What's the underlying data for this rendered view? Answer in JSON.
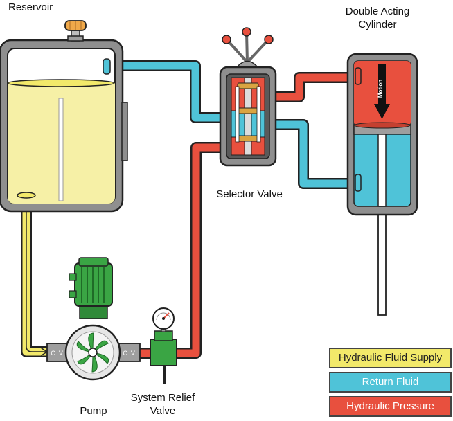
{
  "labels": {
    "reservoir": "Reservoir",
    "cylinder_line1": "Double Acting",
    "cylinder_line2": "Cylinder",
    "selector_valve": "Selector Valve",
    "pump": "Pump",
    "relief_line1": "System Relief",
    "relief_line2": "Valve",
    "check_valve_left": "C. V.",
    "check_valve_right": "C. V.",
    "motion": "Motion"
  },
  "legend": [
    {
      "label": "Hydraulic Fluid Supply",
      "color": "#f2e96a",
      "text_color": "#222222"
    },
    {
      "label": "Return Fluid",
      "color": "#4fc3d8",
      "text_color": "#ffffff"
    },
    {
      "label": "Hydraulic Pressure",
      "color": "#e8503e",
      "text_color": "#ffffff"
    }
  ],
  "colors": {
    "supply": "#f2e96a",
    "return": "#4fc3d8",
    "pressure": "#e8503e",
    "metal": "#8f8f8f",
    "motor": "#3aa544",
    "outline": "#222222"
  },
  "icons": [
    "pressure-gauge-icon",
    "pump-impeller-icon",
    "motor-icon",
    "valve-handle-icon",
    "motion-arrow-icon"
  ]
}
